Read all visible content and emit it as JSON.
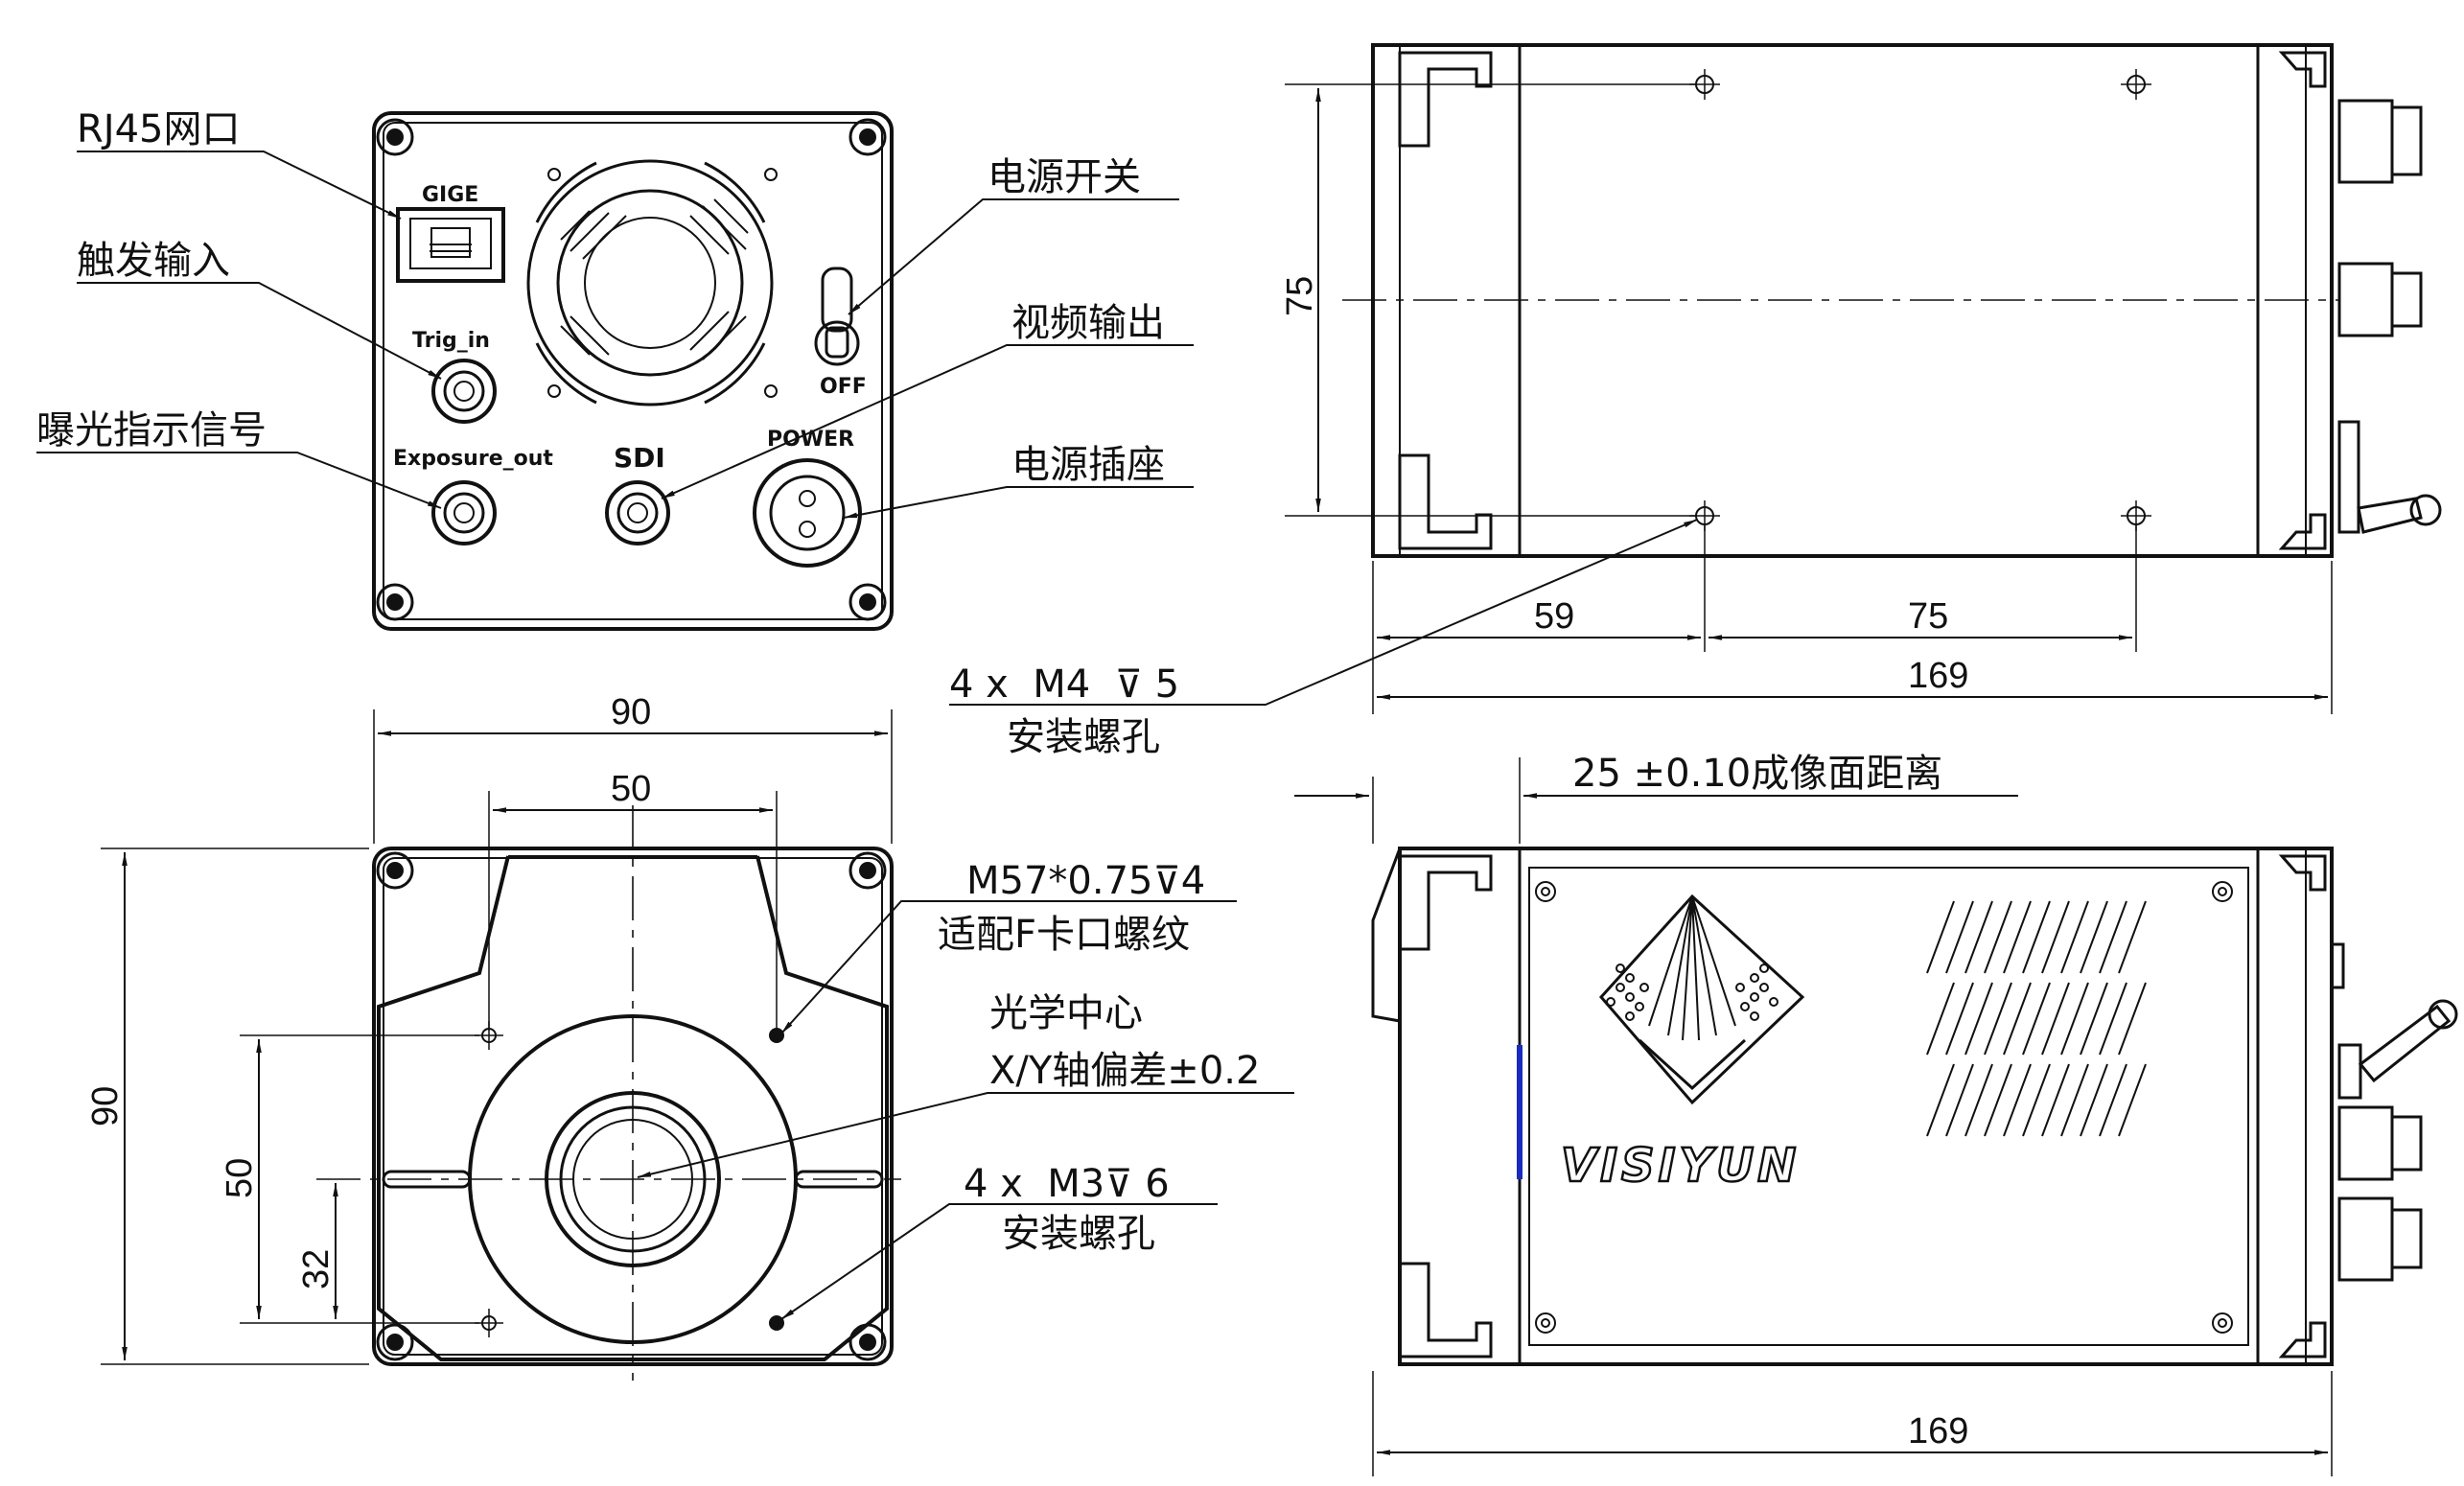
{
  "rear_view": {
    "port_labels": {
      "gige": "GIGE",
      "trig_in": "Trig_in",
      "exposure_out": "Exposure_out",
      "sdi": "SDI",
      "power": "POWER",
      "off": "OFF"
    },
    "callouts": {
      "rj45": "RJ45网口",
      "trigger_input": "触发输入",
      "exposure_signal": "曝光指示信号",
      "power_switch": "电源开关",
      "video_output": "视频输出",
      "power_socket": "电源插座"
    }
  },
  "side_view_top": {
    "dim_75_vertical": "75",
    "dim_59": "59",
    "dim_75_horizontal": "75",
    "dim_169": "169",
    "mount_hole_spec": "4 x  M4  ⊽ 5",
    "mount_hole_desc": "安装螺孔"
  },
  "front_view": {
    "dim_90_width": "90",
    "dim_50_width": "50",
    "dim_90_height": "90",
    "dim_50_height": "50",
    "dim_32": "32",
    "thread_spec": "M57*0.75⊽4",
    "thread_desc": "适配F卡口螺纹",
    "optical_center": "光学中心",
    "xy_deviation": "X/Y轴偏差±0.2",
    "hole_spec": "4 x  M3⊽ 6",
    "hole_desc": "安装螺孔"
  },
  "side_view_bottom": {
    "flange_distance": "25 ±0.10成像面距离",
    "brand": "VISIYUN",
    "dim_169": "169"
  },
  "colors": {
    "line": "#111111",
    "background": "#ffffff",
    "sensor_plane": "#1a2bbf"
  }
}
